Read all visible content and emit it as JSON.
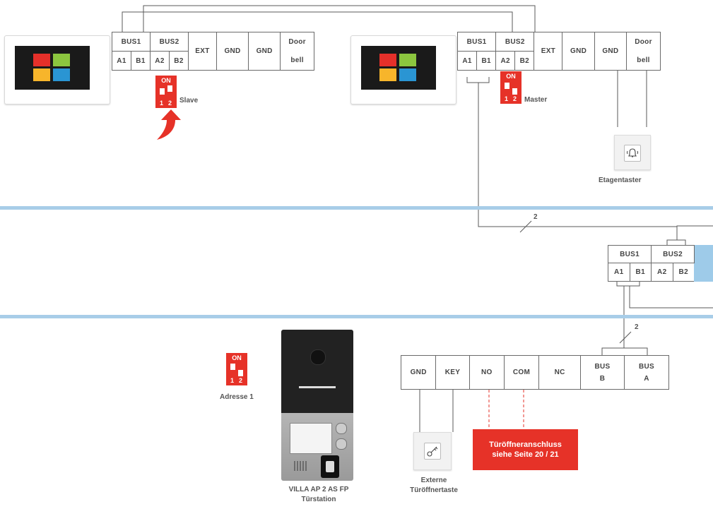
{
  "top_section": {
    "left_unit": {
      "bus1": "BUS1",
      "bus2": "BUS2",
      "a1": "A1",
      "b1": "B1",
      "a2": "A2",
      "b2": "B2",
      "ext": "EXT",
      "gnd1": "GND",
      "gnd2": "GND",
      "door": "Door",
      "bell": "bell",
      "dip_on": "ON",
      "dip_1": "1",
      "dip_2": "2",
      "role": "Slave"
    },
    "right_unit": {
      "bus1": "BUS1",
      "bus2": "BUS2",
      "a1": "A1",
      "b1": "B1",
      "a2": "A2",
      "b2": "B2",
      "ext": "EXT",
      "gnd1": "GND",
      "gnd2": "GND",
      "door": "Door",
      "bell": "bell",
      "dip_on": "ON",
      "dip_1": "1",
      "dip_2": "2",
      "role": "Master"
    },
    "floor_button_label": "Etagentaster",
    "floor_button_icon": "bell-icon"
  },
  "middle_section": {
    "wire_count": "2",
    "bus1": "BUS1",
    "bus2": "BUS2",
    "a1": "A1",
    "b1": "B1",
    "a2": "A2",
    "b2": "B2"
  },
  "bottom_section": {
    "dip_on": "ON",
    "dip_1": "1",
    "dip_2": "2",
    "address_label": "Adresse 1",
    "station_line1": "VILLA AP 2 AS FP",
    "station_line2": "Türstation",
    "wire_count": "2",
    "terminals": [
      "GND",
      "KEY",
      "NO",
      "COM",
      "NC"
    ],
    "bus_b_top": "BUS",
    "bus_b_bottom": "B",
    "bus_a_top": "BUS",
    "bus_a_bottom": "A",
    "door_opener_line1": "Türöffneranschluss",
    "door_opener_line2": "siehe Seite 20 / 21",
    "ext_button_line1": "Externe",
    "ext_button_line2": "Türöffnertaste",
    "ext_button_icon": "key-icon"
  },
  "colors": {
    "accent_red": "#e63228",
    "band_blue": "#a8cde8",
    "wire_gray": "#5a5a5a"
  }
}
